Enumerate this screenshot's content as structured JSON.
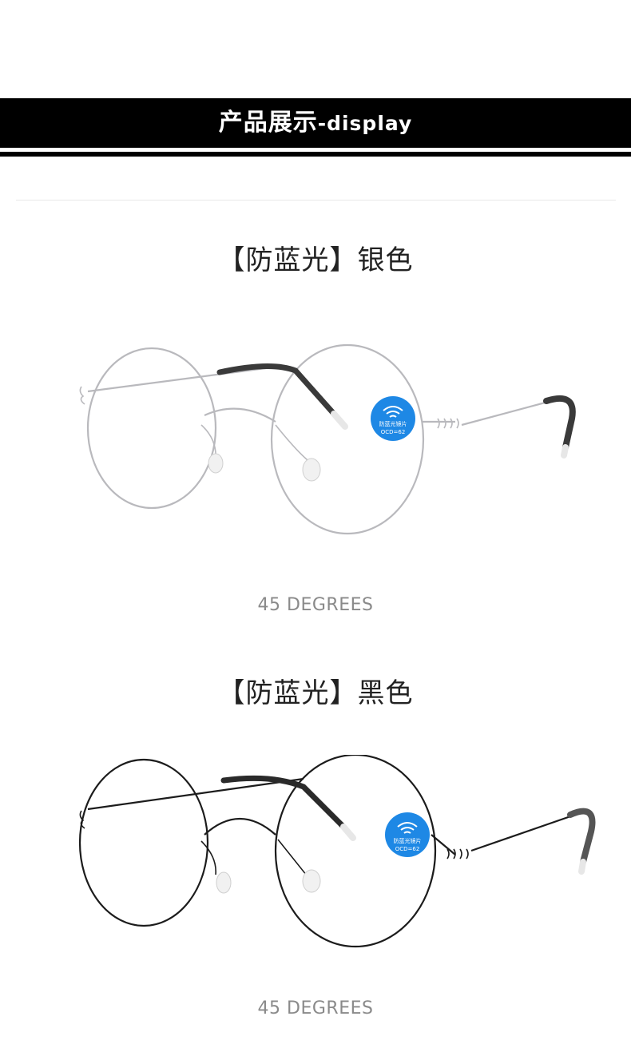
{
  "banner": {
    "title_cn": "产品展示",
    "title_en": "-display"
  },
  "products": [
    {
      "title": "【防蓝光】银色",
      "caption": "45 DEGREES",
      "frame_color": "#b9b9bd",
      "tip_color": "#3a3a3a",
      "sticker": {
        "line1": "防蓝光镜片",
        "line2": "OCD=62",
        "color": "#1e88e5"
      }
    },
    {
      "title": "【防蓝光】黑色",
      "caption": "45 DEGREES",
      "frame_color": "#1c1c1c",
      "tip_color": "#2a2a2a",
      "sticker": {
        "line1": "防蓝光镜片",
        "line2": "OCD=62",
        "color": "#1e88e5"
      }
    }
  ]
}
